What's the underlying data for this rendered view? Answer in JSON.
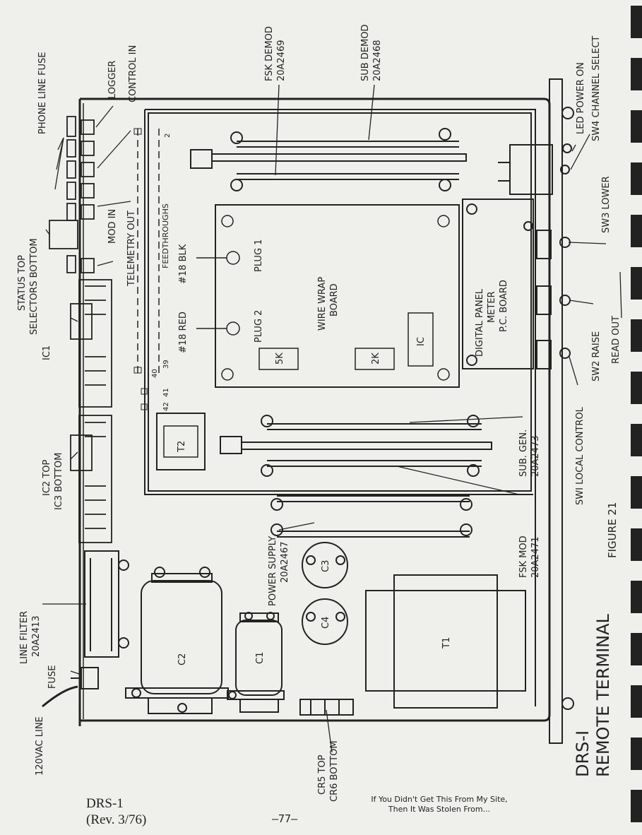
{
  "labels": {
    "phone_line_fuse": "PHONE LINE FUSE",
    "logger": "LOGGER",
    "control_in": "CONTROL IN",
    "mod_in": "MOD IN",
    "status_top": "STATUS TOP",
    "selectors_bottom": "SELECTORS BOTTOM",
    "ic1": "IC1",
    "ic2_top": "IC2 TOP",
    "ic3_bottom": "IC3 BOTTOM",
    "line_filter": "LINE FILTER",
    "line_filter_part": "20A2413",
    "fuse": "FUSE",
    "vac_line": "120VAC LINE",
    "telemetry_out": "TELEMETRY OUT",
    "feedthroughs": "FEEDTHROUGHS",
    "blk18": "#18 BLK",
    "red18": "#18 RED",
    "plug1": "PLUG 1",
    "plug2": "PLUG 2",
    "wire_wrap": "WIRE WRAP",
    "board": "BOARD",
    "k5": "5K",
    "k2": "2K",
    "ic": "IC",
    "t2": "T2",
    "fsk_demod": "FSK DEMOD",
    "fsk_demod_part": "20A2469",
    "sub_demod": "SUB DEMOD",
    "sub_demod_part": "20A2468",
    "digital_panel": "DIGITAL PANEL",
    "meter": "METER",
    "pc_board": "P.C. BOARD",
    "sub_gen": "SUB. GEN.",
    "sub_gen_part": "20A2473",
    "fsk_mod": "FSK MOD",
    "fsk_mod_part": "20A2471",
    "power_supply": "POWER SUPPLY",
    "power_supply_part": "20A2467",
    "c1": "C1",
    "c2": "C2",
    "c3": "C3",
    "c4": "C4",
    "t1": "T1",
    "cr5_top": "CR5 TOP",
    "cr6_bottom": "CR6 BOTTOM",
    "led_power_on": "LED POWER ON",
    "sw4": "SW4 CHANNEL SELECT",
    "sw3": "SW3 LOWER",
    "sw2": "SW2 RAISE",
    "read_out": "READ OUT",
    "sw1": "SWI LOCAL CONTROL",
    "figure": "FIGURE 21",
    "title_line1": "DRS-I",
    "title_line2": "REMOTE TERMINAL",
    "pin2": "2",
    "pin40": "40",
    "pin39": "39",
    "pin41": "41",
    "pin42": "42"
  },
  "footer": {
    "doc": "DRS-1",
    "rev": "(Rev. 3/76)",
    "page": "—77—",
    "watermark_line1": "If You Didn't Get This From My Site,",
    "watermark_line2": "Then It Was Stolen From..."
  }
}
